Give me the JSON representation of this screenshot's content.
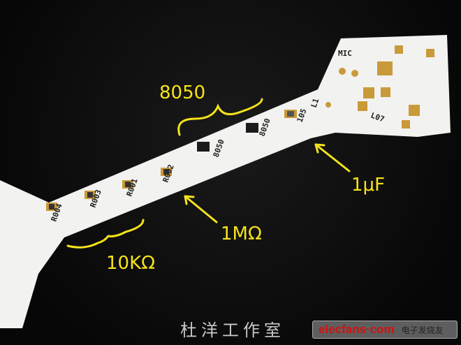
{
  "photo": {
    "board_labels": {
      "r1": "R004",
      "r2": "R003",
      "r3": "R001",
      "r4": "R002",
      "q1": "8050",
      "q2": "8050",
      "c": "105",
      "mic": "MIC",
      "l1": "L1",
      "l07": "L07"
    },
    "annotations": {
      "transistor": "8050",
      "capacitor": "1μF",
      "resistor_1m": "1MΩ",
      "resistors_10k": "10KΩ"
    },
    "colors": {
      "annotation": "#f5e31a",
      "board": "#f2f2f0",
      "pad": "#c99a3a"
    }
  },
  "caption": {
    "studio": "杜洋工作室"
  },
  "watermark": {
    "brand": "elecfans·com",
    "site_cn": "电子发烧友"
  }
}
